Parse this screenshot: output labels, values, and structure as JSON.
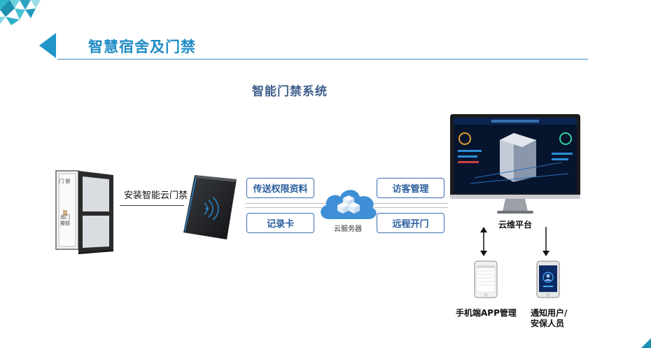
{
  "header": {
    "title": "智慧宿舍及门禁"
  },
  "diagram": {
    "title": "智能门禁系统",
    "install_label": "安装智能云门禁",
    "door_plate_top": "门 锁",
    "door_plate_bottom": "出门\n按钮",
    "tags": {
      "permission_data": "传送权限资料",
      "record_card": "记录卡",
      "visitor_management": "访客管理",
      "remote_open": "远程开门"
    },
    "cloud_server": "云服务器",
    "platform": "云维平台",
    "mobile_app": "手机端APP管理",
    "notify_users": [
      "通知用户/",
      "安保人员"
    ]
  },
  "colors": {
    "accent": "#1f8cc4",
    "tag_border": "#3b6db0",
    "tag_text": "#2b5e9e",
    "title_text": "#3f5e8c"
  }
}
